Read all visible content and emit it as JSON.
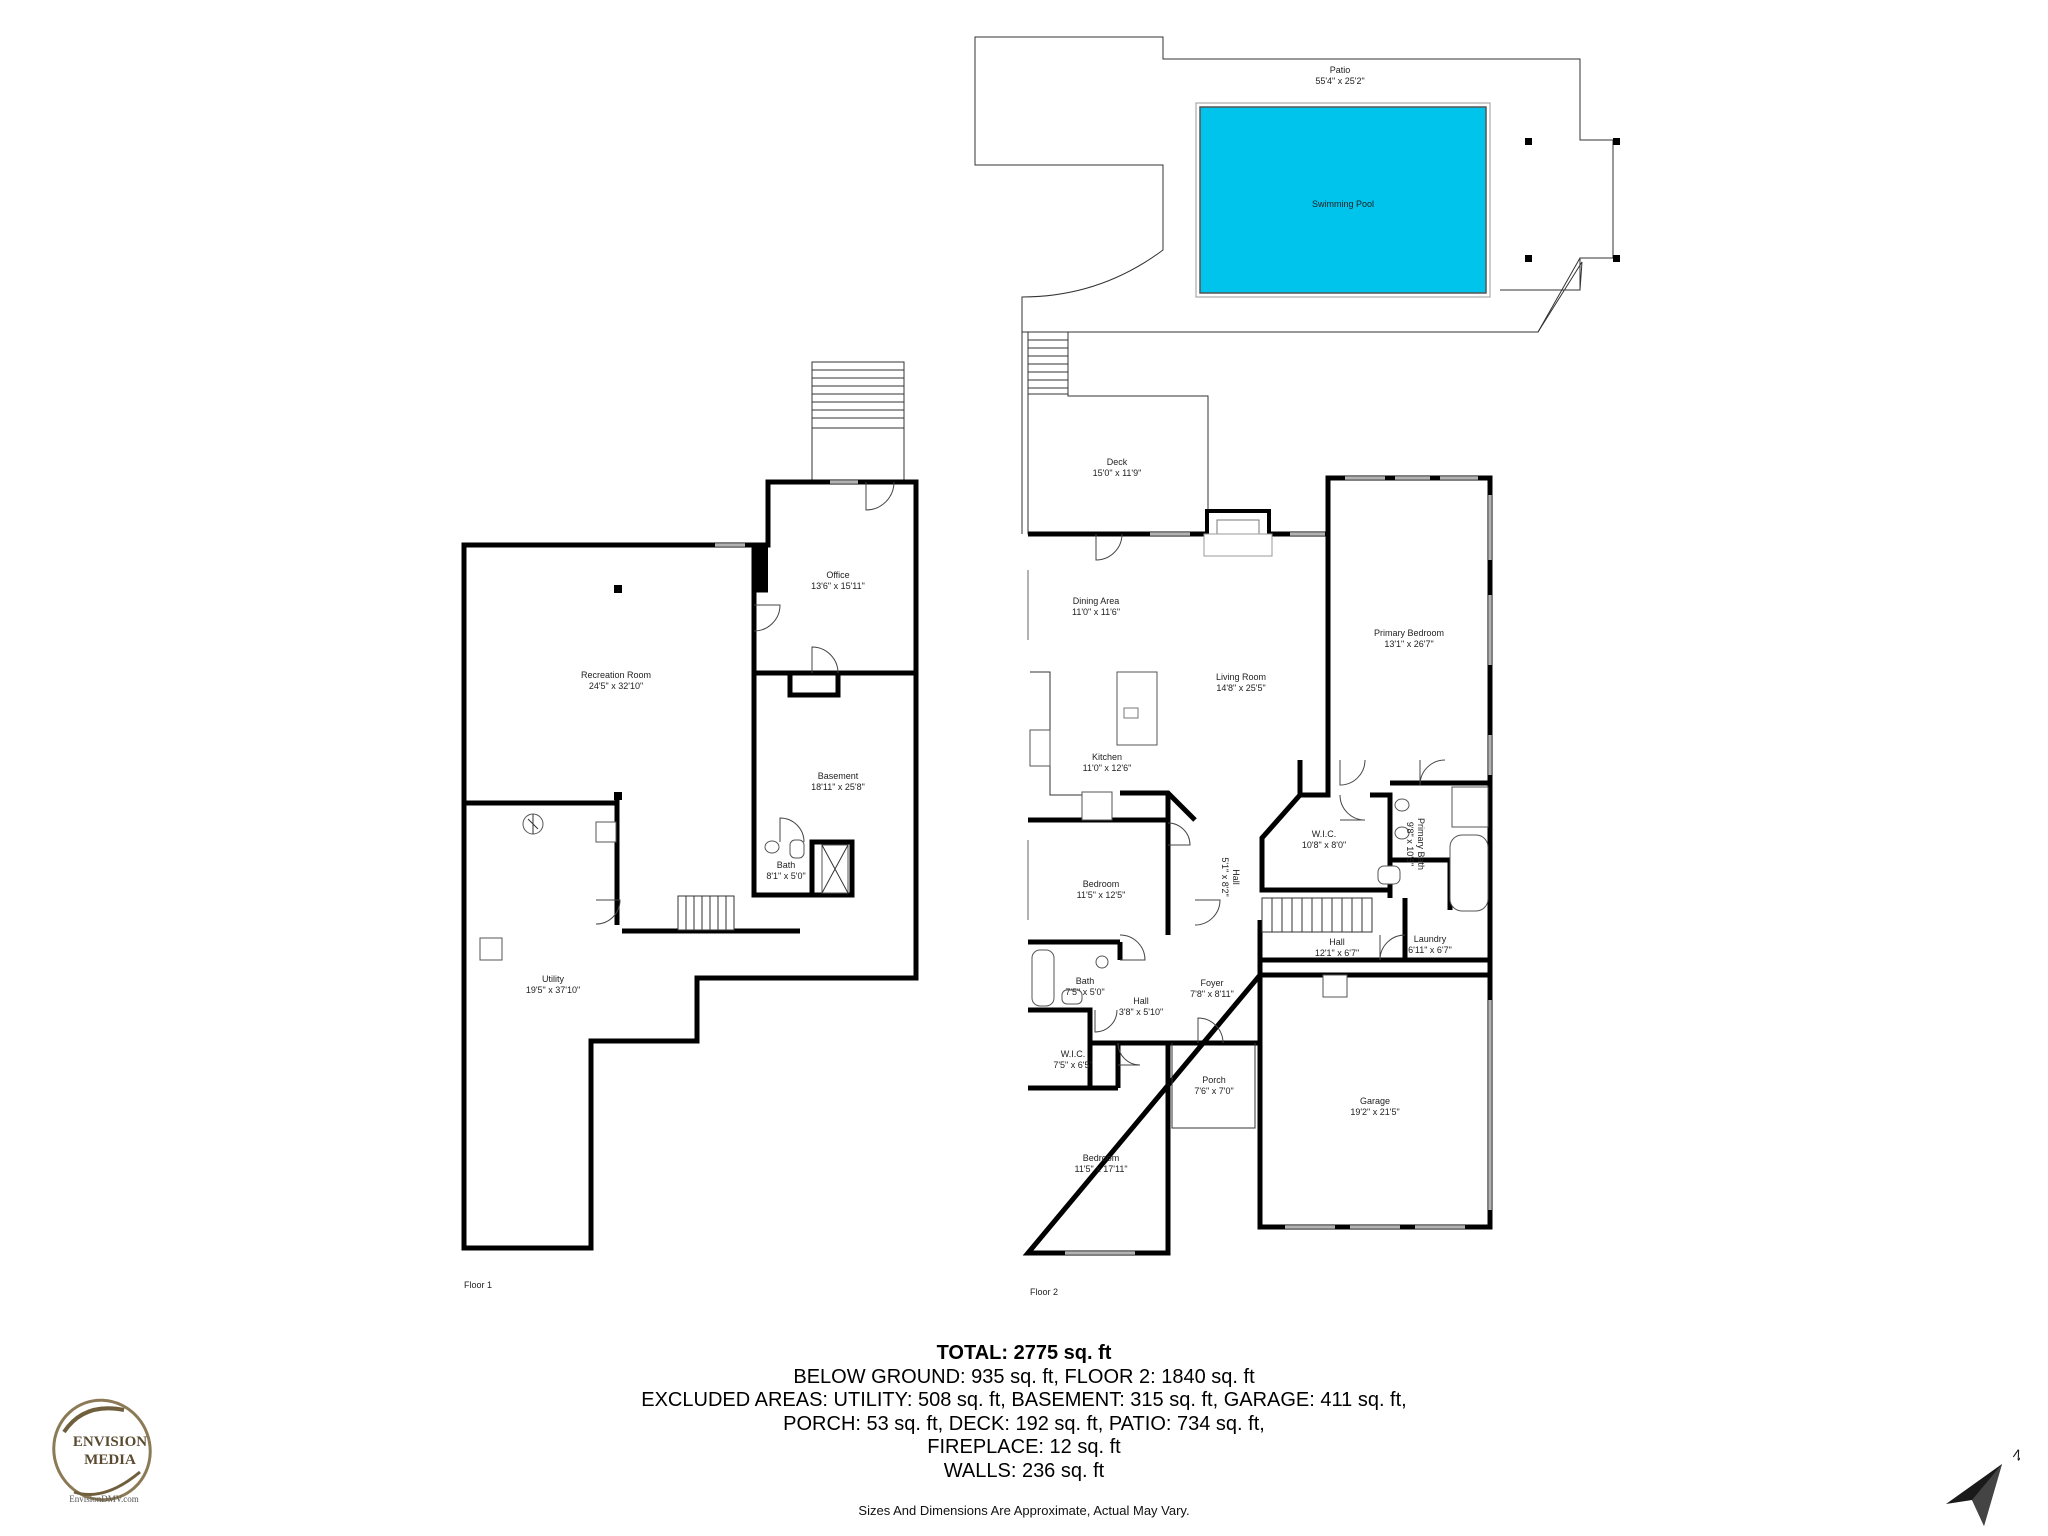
{
  "floors": [
    {
      "label": "Floor 1"
    },
    {
      "label": "Floor 2"
    }
  ],
  "rooms": {
    "patio": {
      "name": "Patio",
      "dims": "55'4\" x 25'2\""
    },
    "pool": {
      "name": "Swimming Pool"
    },
    "deck": {
      "name": "Deck",
      "dims": "15'0\" x 11'9\""
    },
    "dining": {
      "name": "Dining Area",
      "dims": "11'0\" x 11'6\""
    },
    "living": {
      "name": "Living Room",
      "dims": "14'8\" x 25'5\""
    },
    "primary_bedroom": {
      "name": "Primary Bedroom",
      "dims": "13'1\" x 26'7\""
    },
    "kitchen": {
      "name": "Kitchen",
      "dims": "11'0\" x 12'6\""
    },
    "wic_primary": {
      "name": "W.I.C.",
      "dims": "10'8\" x 8'0\""
    },
    "primary_bath": {
      "name": "Primary Bath",
      "dims": "9'8\" x 10'5\""
    },
    "bedroom_1": {
      "name": "Bedroom",
      "dims": "11'5\" x 12'5\""
    },
    "hall_vertical": {
      "name": "Hall",
      "dims": "5'1\" x 8'2\""
    },
    "hall_laundry": {
      "name": "Hall",
      "dims": "12'1\" x 6'7\""
    },
    "laundry": {
      "name": "Laundry",
      "dims": "6'11\" x 6'7\""
    },
    "bath_floor2": {
      "name": "Bath",
      "dims": "7'5\" x 5'0\""
    },
    "hall_small": {
      "name": "Hall",
      "dims": "3'8\" x 5'10\""
    },
    "foyer": {
      "name": "Foyer",
      "dims": "7'8\" x 8'11\""
    },
    "wic_2": {
      "name": "W.I.C.",
      "dims": "7'5\" x 6'5\""
    },
    "porch": {
      "name": "Porch",
      "dims": "7'6\" x 7'0\""
    },
    "garage": {
      "name": "Garage",
      "dims": "19'2\" x 21'5\""
    },
    "bedroom_2": {
      "name": "Bedroom",
      "dims": "11'5\" x 17'11\""
    },
    "office": {
      "name": "Office",
      "dims": "13'6\" x 15'11\""
    },
    "recreation": {
      "name": "Recreation Room",
      "dims": "24'5\" x 32'10\""
    },
    "basement": {
      "name": "Basement",
      "dims": "18'11\" x 25'8\""
    },
    "bath_floor1": {
      "name": "Bath",
      "dims": "8'1\" x 5'0\""
    },
    "utility": {
      "name": "Utility",
      "dims": "19'5\" x 37'10\""
    }
  },
  "summary": {
    "total": "TOTAL: 2775 sq. ft",
    "line1": "BELOW GROUND: 935 sq. ft, FLOOR 2: 1840 sq. ft",
    "line2": "EXCLUDED AREAS: UTILITY: 508 sq. ft, BASEMENT: 315 sq. ft, GARAGE: 411 sq. ft,",
    "line3": "PORCH: 53 sq. ft, DECK: 192 sq. ft, PATIO: 734 sq. ft,",
    "line4": "FIREPLACE: 12 sq. ft",
    "line5": "WALLS: 236 sq. ft"
  },
  "disclaimer": "Sizes And Dimensions Are Approximate, Actual May Vary.",
  "logo": {
    "line1": "ENVISION",
    "line2": "MEDIA",
    "url": "EnvisionDMV.com"
  },
  "compass": {
    "label": "N"
  },
  "colors": {
    "pool": "#00c4ec",
    "walls": "#000000"
  }
}
